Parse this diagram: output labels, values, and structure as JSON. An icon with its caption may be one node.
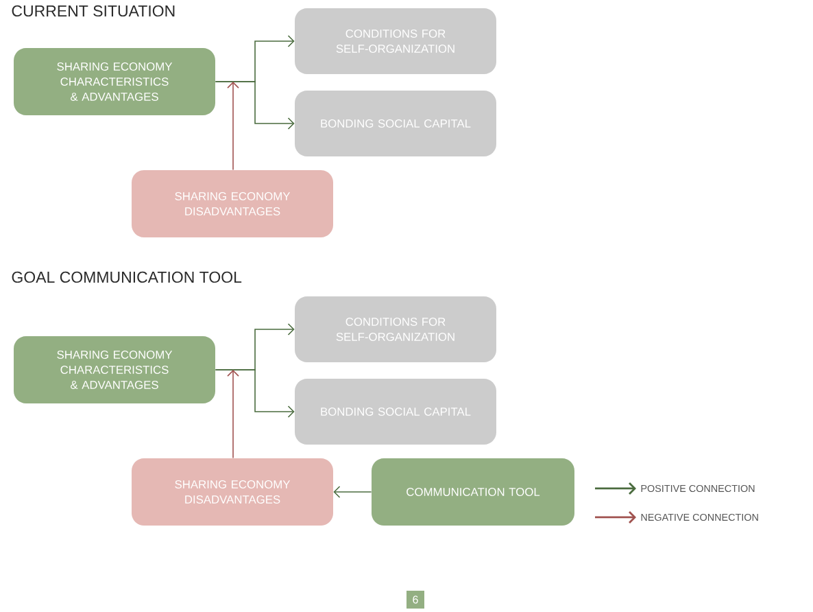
{
  "diagram": {
    "nodes": [
      {
        "text": [
          "SHARING ECONOMY CHARACTERISTICS & ADVANTAGES"
        ]
      },
      {
        "text": [
          "CONDITIONS FOR SELF-ORGANIZATION"
        ]
      },
      {
        "text": [
          "BONDING SOCIAL CAPITAL"
        ]
      },
      {
        "text": [
          "SHARING ECONOMY DISADVANTAGES"
        ]
      },
      {
        "text": [
          "SHARING ECONOMY CHARACTERISTICS & ADVANTAGES"
        ]
      },
      {
        "text": [
          "CONDITIONS FOR SELF-ORGANIZATION"
        ]
      },
      {
        "text": [
          "BONDING SOCIAL CAPITAL"
        ]
      },
      {
        "text": [
          "SHARING ECONOMY DISADVANTAGES"
        ]
      },
      {
        "text": [
          "COMMUNICATION TOOL"
        ]
      }
    ],
    "edges": [
      {
        "from": 0,
        "to": 1,
        "arrow": "to"
      },
      {
        "from": 0,
        "to": 2,
        "arrow": "to"
      },
      {
        "from": 3,
        "to": 0,
        "arrow": "to",
        "color": "#a0524f"
      },
      {
        "from": 4,
        "to": 5,
        "arrow": "to"
      },
      {
        "from": 4,
        "to": 6,
        "arrow": "to"
      },
      {
        "from": 7,
        "to": 4,
        "arrow": "to",
        "color": "#a0524f"
      },
      {
        "from": 8,
        "to": 7,
        "arrow": "to"
      }
    ],
    "labels": [
      "CURRENT SITUATION",
      "GOAL COMMUNICATION TOOL",
      "6"
    ],
    "legend": [
      {
        "text": "POSITIVE CONNECTION",
        "color": "#4a6b3e"
      },
      {
        "text": "NEGATIVE CONNECTION",
        "color": "#a0524f"
      }
    ]
  }
}
